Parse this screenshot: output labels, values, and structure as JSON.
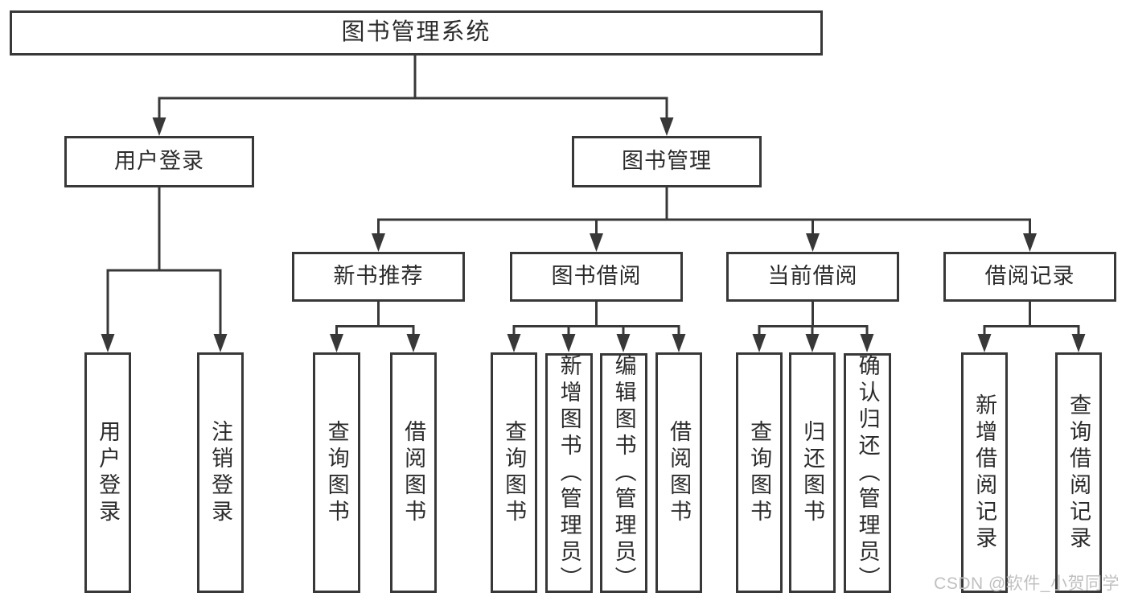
{
  "colors": {
    "line": "#383838",
    "text": "#2b2b2b",
    "watermark": "#c0c0c0",
    "background": "#ffffff"
  },
  "diagram": {
    "root": {
      "label": "图书管理系统"
    },
    "level2": [
      {
        "label": "用户登录"
      },
      {
        "label": "图书管理"
      }
    ],
    "level3": [
      {
        "label": "新书推荐"
      },
      {
        "label": "图书借阅"
      },
      {
        "label": "当前借阅"
      },
      {
        "label": "借阅记录"
      }
    ],
    "leaves": {
      "user_login": [
        {
          "label": "用户登录"
        },
        {
          "label": "注销登录"
        }
      ],
      "new_book_recommendation": [
        {
          "label": "查询图书"
        },
        {
          "label": "借阅图书"
        }
      ],
      "book_borrowing": [
        {
          "label": "查询图书"
        },
        {
          "label": "新增图书（管理员）"
        },
        {
          "label": "编辑图书（管理员）"
        },
        {
          "label": "借阅图书"
        }
      ],
      "current_borrowing": [
        {
          "label": "查询图书"
        },
        {
          "label": "归还图书"
        },
        {
          "label": "确认归还（管理员）"
        }
      ],
      "borrowing_records": [
        {
          "label": "新增借阅记录"
        },
        {
          "label": "查询借阅记录"
        }
      ]
    },
    "watermark": "CSDN @软件_小贺同学"
  }
}
